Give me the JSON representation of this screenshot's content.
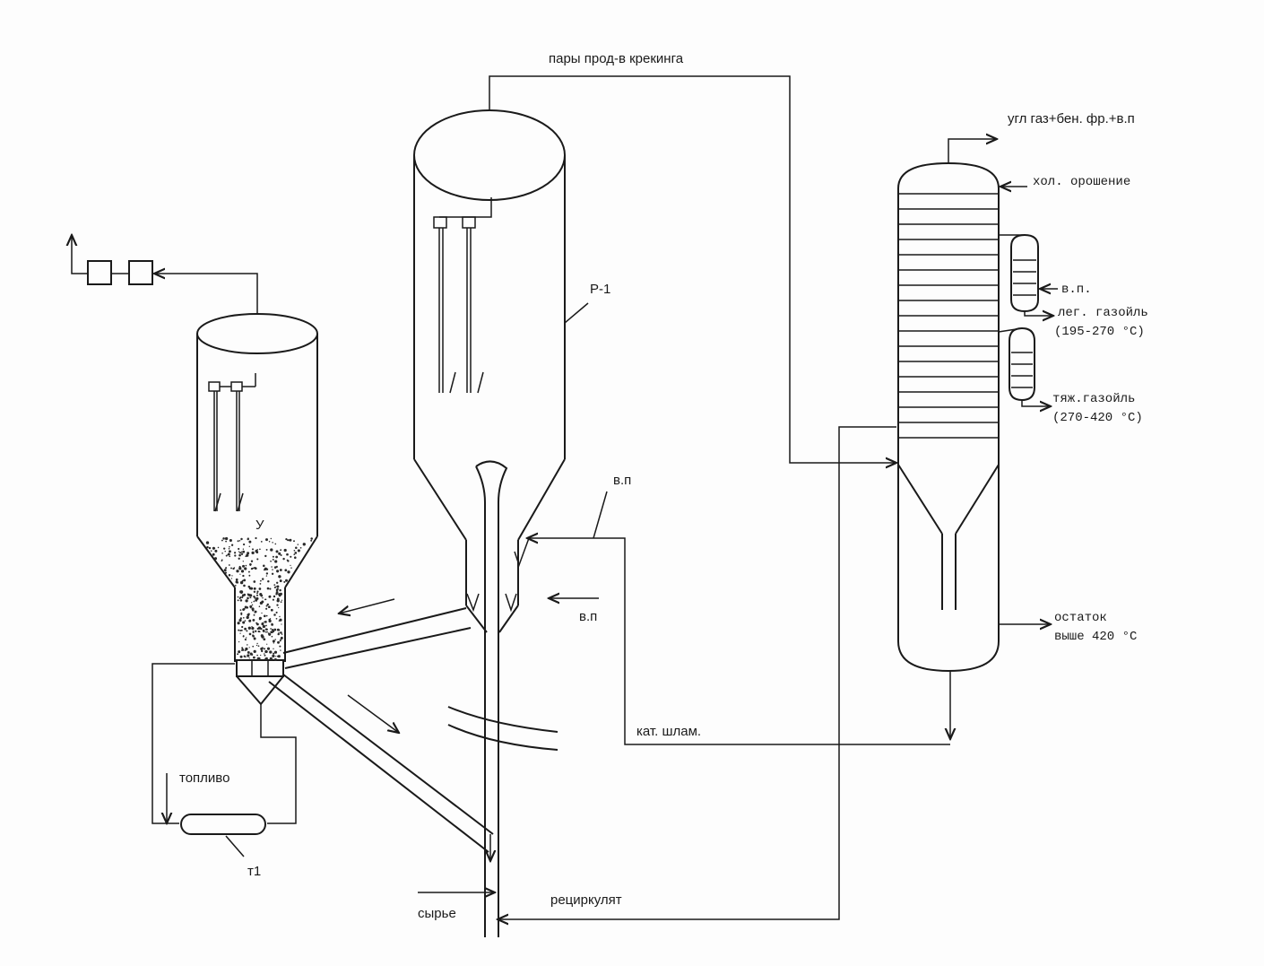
{
  "labels": {
    "cracking_vapors": "пары прод-в крекинга",
    "top_products": "угл газ+бен. фр.+в.п",
    "cold_reflux": "хол. орошение",
    "steam_side": "в.п.",
    "light_gasoil": "лег. газойль",
    "light_gasoil_range": "(195-270 °C)",
    "heavy_gasoil": "тяж.газойль",
    "heavy_gasoil_range": "(270-420 °C)",
    "residue": "остаток",
    "residue_range": "выше 420 °C",
    "reactor": "Р-1",
    "regenerator": "У",
    "steam_1": "в.п",
    "steam_2": "в.п",
    "catalyst_slurry": "кат. шлам.",
    "fuel": "топливо",
    "furnace": "т1",
    "feed": "сырье",
    "recycle": "рециркулят"
  }
}
